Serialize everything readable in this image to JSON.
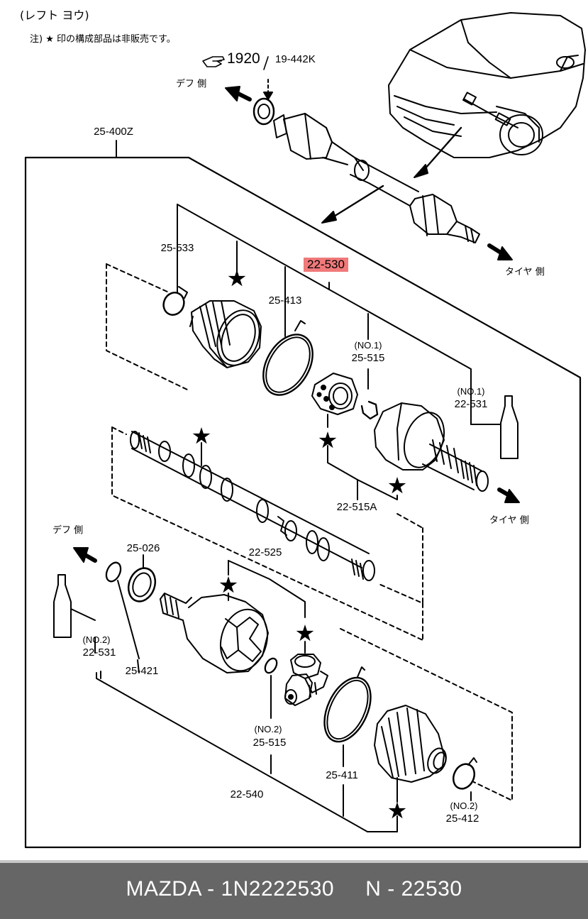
{
  "header": {
    "title": "(レフト ヨウ)",
    "note": "注) ★ 印の構成部品は非販売です。"
  },
  "ref": {
    "number": "1920",
    "sub": "19-442K"
  },
  "directions": {
    "diff_top": "デフ 側",
    "tire_top": "タイヤ 側",
    "tire_mid": "タイヤ 側",
    "diff_bottom": "デフ 側"
  },
  "parts": {
    "p25_400z": "25-400Z",
    "p25_533": "25-533",
    "p22_530": "22-530",
    "p25_413": "25-413",
    "p25_515_no1_tag": "(NO.1)",
    "p25_515_no1": "25-515",
    "p22_531_no1_tag": "(NO.1)",
    "p22_531_no1": "22-531",
    "p22_515a": "22-515A",
    "p25_026": "25-026",
    "p22_525": "22-525",
    "p22_531_no2_tag": "(NO.2)",
    "p22_531_no2": "22-531",
    "p25_421": "25-421",
    "p25_515_no2_tag": "(NO.2)",
    "p25_515_no2": "25-515",
    "p22_540": "22-540",
    "p25_411": "25-411",
    "p25_412_tag": "(NO.2)",
    "p25_412": "25-412"
  },
  "footer": {
    "text": "MAZDA - 1N2222530     N - 22530"
  },
  "colors": {
    "highlight": "#f0797a",
    "footer_bg": "#666666",
    "footer_text": "#ffffff"
  }
}
